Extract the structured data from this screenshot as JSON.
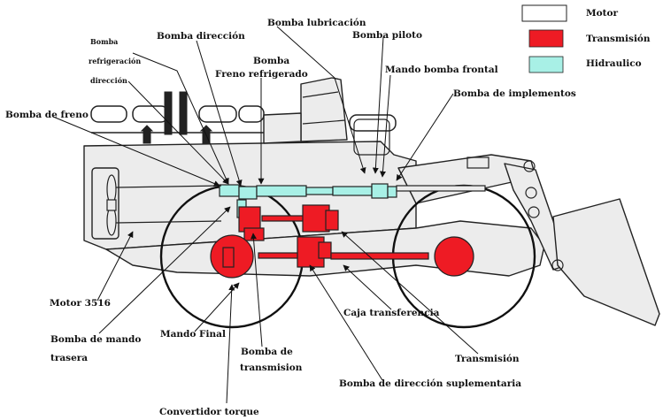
{
  "legend": {
    "motor": "Motor",
    "transmision": "Transmisión",
    "hidraulico": "Hidraulico"
  },
  "colors": {
    "motor": "#ffffff",
    "transmision": "#ee1b24",
    "hidraulico": "#a8f0e6",
    "body": "#ececec",
    "outline": "#222222"
  },
  "labels": {
    "bomba_refrigeracion_1": "Bomba",
    "bomba_refrigeracion_2": "refrigeración",
    "bomba_refrigeracion_3": "dirección",
    "bomba_direccion": "Bomba dirección",
    "bomba_freno_refrigerado_1": "Bomba",
    "bomba_freno_refrigerado_2": "Freno refrigerado",
    "bomba_lubricacion": "Bomba lubricación",
    "bomba_piloto": "Bomba piloto",
    "mando_bomba_frontal": "Mando bomba frontal",
    "bomba_implementos": "Bomba de implementos",
    "bomba_freno": "Bomba de freno",
    "motor_3516": "Motor 3516",
    "bomba_mando_trasera_1": "Bomba de mando",
    "bomba_mando_trasera_2": "trasera",
    "mando_final": "Mando Final",
    "bomba_transmision_1": "Bomba de",
    "bomba_transmision_2": "transmision",
    "caja_transferencia": "Caja transferencia",
    "transmision": "Transmisión",
    "bomba_direccion_suplementaria": "Bomba de dirección suplementaria",
    "convertidor_torque": "Convertidor torque"
  }
}
